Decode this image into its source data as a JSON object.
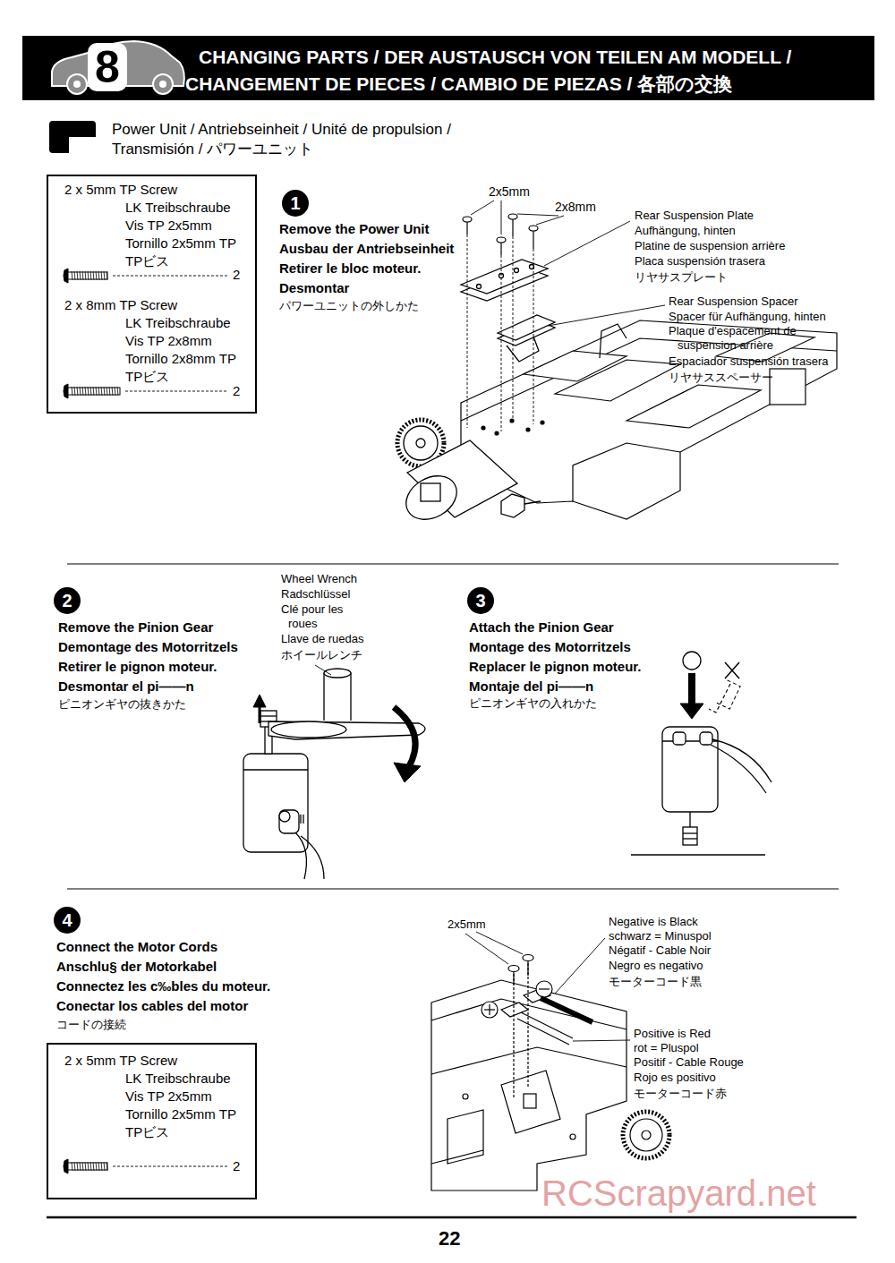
{
  "diagram": {
    "title": "CHANGING PARTS / DER AUSTAUSCH VON TEILEN AM MODELL / CHANGEMENT DE PIECES / CAMBIO DE PIEZAS / 各部の交換",
    "nodes": [
      {
        "text": [
          "8"
        ]
      },
      {
        "text": [
          "Power Unit / Antriebseinheit / Unité de propulsion / Transmisión / パワーユニット"
        ]
      },
      {
        "text": [
          "2 x 5mm TP Screw",
          "LK Treibschraube",
          "Vis TP 2x5mm",
          "Tornillo 2x5mm TP",
          "TPビス",
          "2",
          "2 x 8mm TP Screw",
          "LK Treibschraube",
          "Vis TP 2x8mm",
          "Tornillo 2x8mm TP",
          "TPビス",
          "2"
        ]
      },
      {
        "text": [
          "1"
        ]
      },
      {
        "text": [
          "2"
        ]
      },
      {
        "text": [
          "3"
        ]
      },
      {
        "text": [
          "4"
        ]
      },
      {
        "text": [
          "2 x 5mm TP Screw",
          "LK Treibschraube",
          "Vis TP 2x5mm",
          "Tornillo 2x5mm TP",
          "TPビス",
          "2"
        ]
      }
    ],
    "labels": [
      "Remove the Power Unit",
      "Ausbau der Antriebseinheit",
      "Retirer le bloc moteur.",
      "Desmontar",
      "パワーユニットの外しかた",
      "2x5mm",
      "2x8mm",
      "Rear Suspension Plate",
      "Aufhängung, hinten",
      "Platine de suspension arrière",
      "Placa suspensión trasera",
      "リヤサスプレート",
      "Rear Suspension Spacer",
      "Spacer für Aufhängung, hinten",
      "Plaque d'espacement de suspension arrière",
      "Espaciador suspensión trasera",
      "リヤサススペーサー",
      "Remove the Pinion Gear",
      "Demontage des Motorritzels",
      "Retirer le pignon moteur.",
      "Desmontar el pi——n",
      "ピニオンギヤの抜きかた",
      "Wheel Wrench",
      "Radschlüssel",
      "Clé pour les roues",
      "Llave de ruedas",
      "ホイールレンチ",
      "Attach the Pinion Gear",
      "Montage des Motorritzels",
      "Replacer le pignon moteur.",
      "Montaje del pi——n",
      "ピニオンギヤの入れかた",
      "Connect the Motor Cords",
      "Anschlu§ der Motorkabel",
      "Connectez les c‰bles du moteur.",
      "Conectar los cables del motor",
      "コードの接続",
      "2x5mm",
      "Negative is Black",
      "schwarz = Minuspol",
      "Négatif - Cable Noir",
      "Negro es negativo",
      "モーターコード黒",
      "Positive is Red",
      "rot = Pluspol",
      "Positif - Cable Rouge",
      "Rojo es positivo",
      "モーターコード赤",
      "22",
      "RCScrapyard.net"
    ]
  }
}
